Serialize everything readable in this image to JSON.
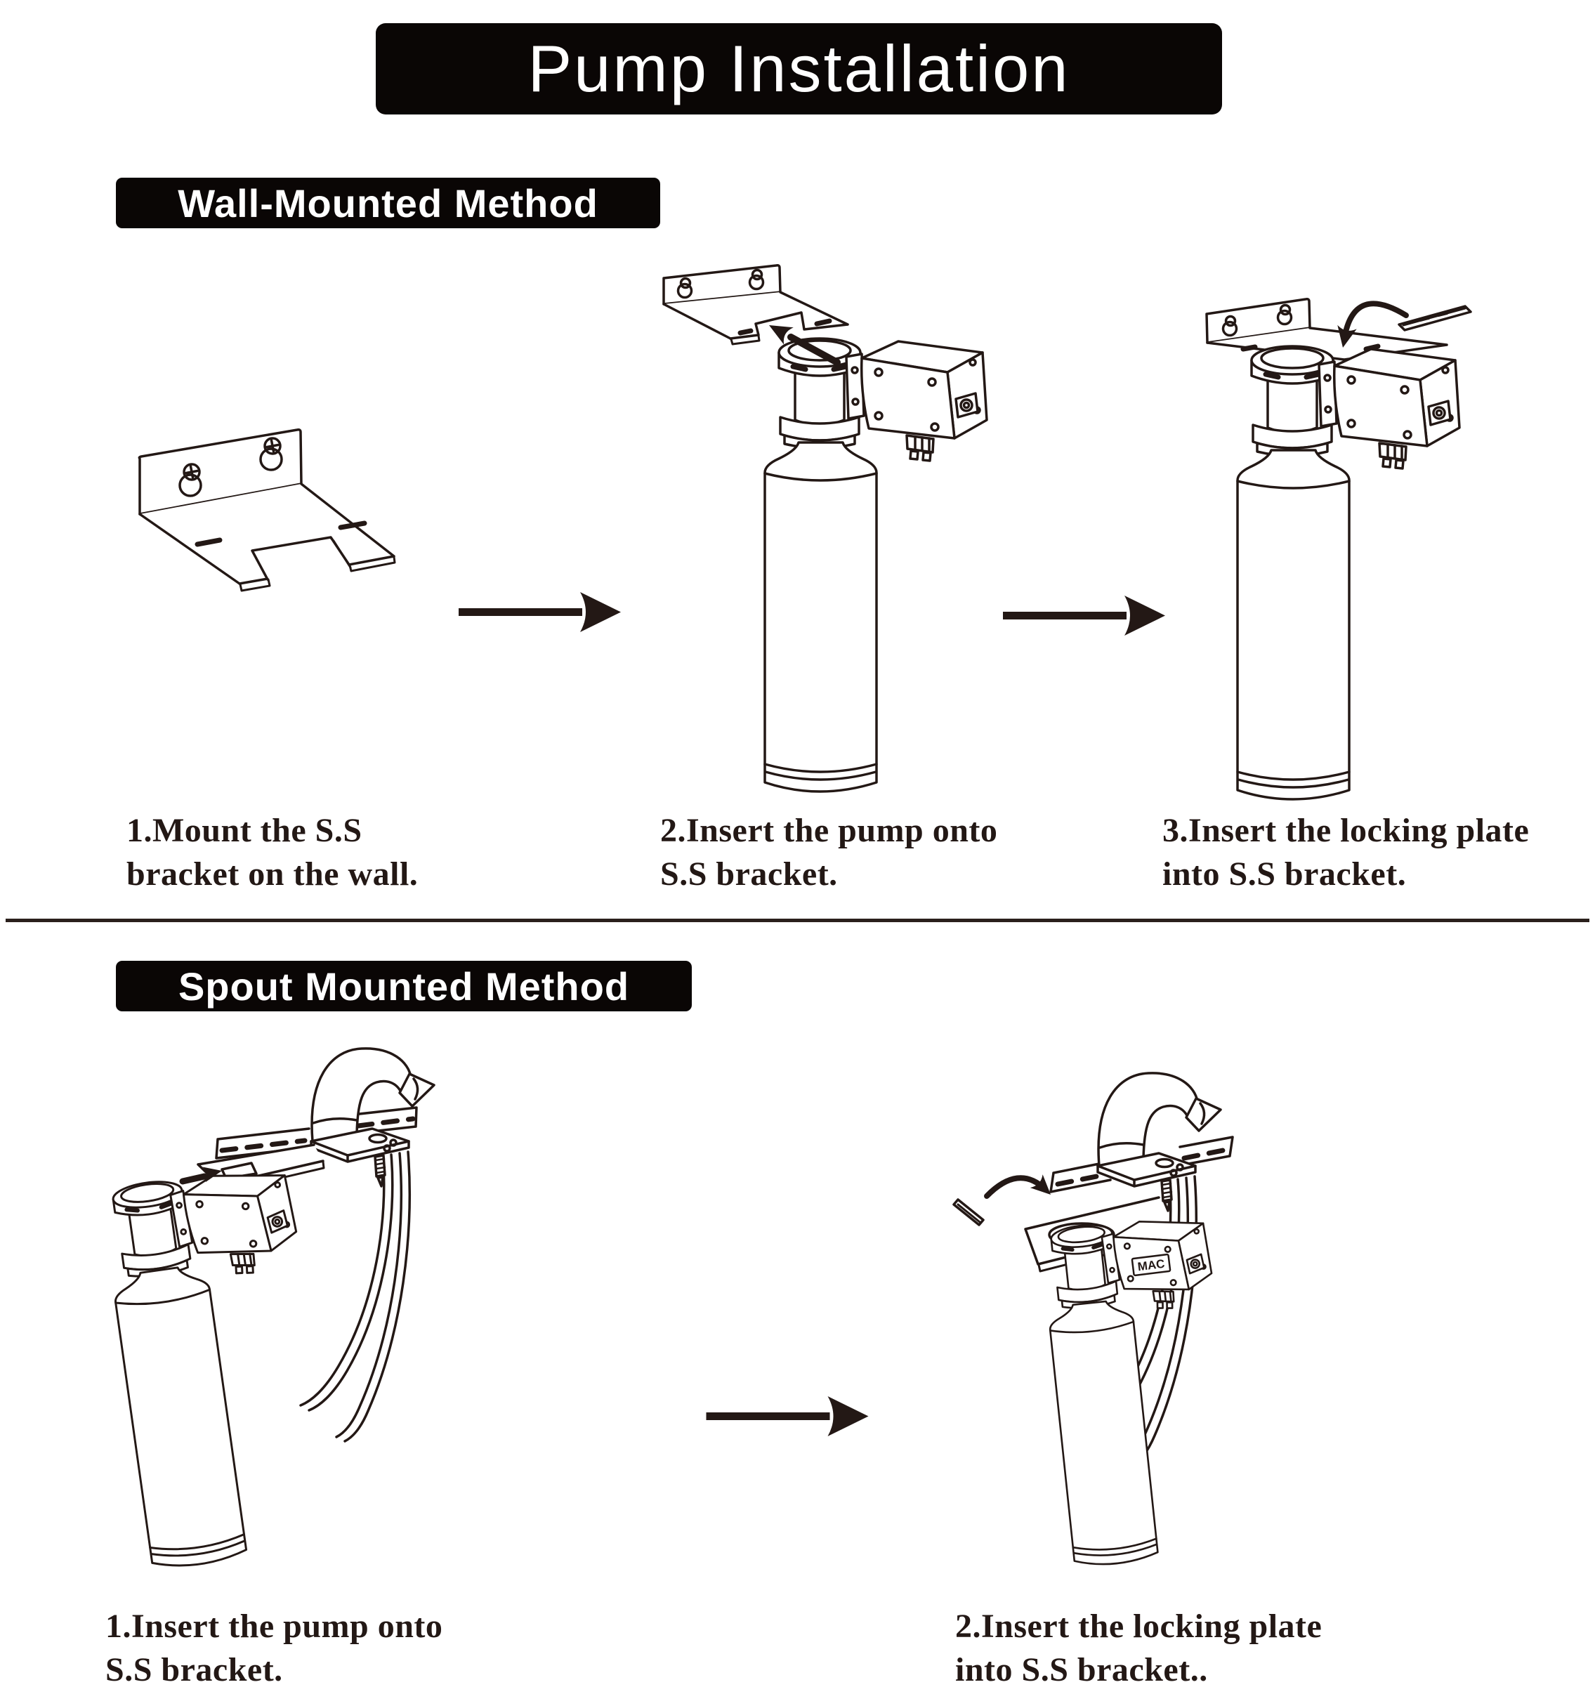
{
  "page": {
    "title": "Pump Installation"
  },
  "colors": {
    "ink": "#231815",
    "panel_bg": "#0a0605",
    "panel_text": "#ffffff",
    "background": "#ffffff"
  },
  "wall_section": {
    "heading": "Wall-Mounted Method",
    "steps": [
      {
        "line1": "1.Mount the S.S",
        "line2": "bracket on the wall."
      },
      {
        "line1": "2.Insert the pump onto",
        "line2": "S.S bracket."
      },
      {
        "line1": "3.Insert the locking plate",
        "line2": "into S.S bracket."
      }
    ]
  },
  "spout_section": {
    "heading": "Spout Mounted Method",
    "steps": [
      {
        "line1": "1.Insert the pump onto",
        "line2": "S.S bracket."
      },
      {
        "line1": "2.Insert the locking plate",
        "line2": "into S.S bracket.."
      }
    ]
  },
  "labels": {
    "motor_badge": "MAC"
  },
  "icons": {
    "step_arrow": "solid-right-arrow-icon",
    "insert_arrow": "solid-insert-arrow-icon",
    "locking_arrow": "curved-arrow-icon"
  }
}
